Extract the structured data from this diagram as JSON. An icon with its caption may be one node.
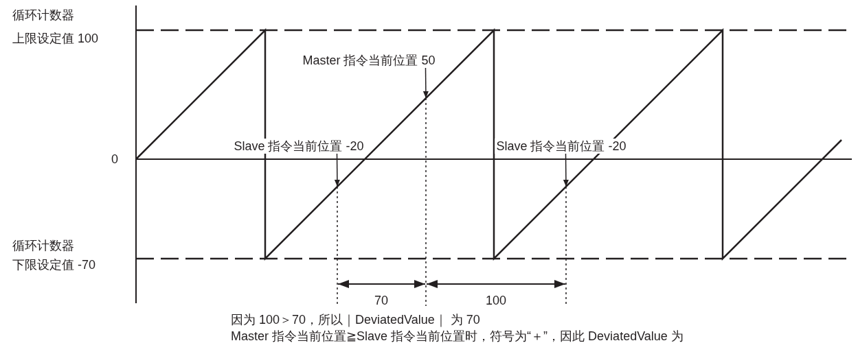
{
  "diagram": {
    "nodes": [
      {
        "text": [
          "Master 指令当前位置 50"
        ]
      },
      {
        "text": [
          "Slave 指令当前位置 -20"
        ]
      },
      {
        "text": [
          "Slave 指令当前位置 -20"
        ]
      }
    ],
    "edges": [
      {
        "from": 0,
        "to": null,
        "arrow": "to"
      },
      {
        "from": 1,
        "to": null,
        "arrow": "to"
      },
      {
        "from": 2,
        "to": null,
        "arrow": "to"
      }
    ],
    "labels": [
      "循环计数器",
      "上限设定值 100",
      "0",
      "循环计数器",
      "下限设定值 -70",
      "70",
      "100",
      "因为 100＞70，所以｜DeviatedValue｜ 为 70",
      "Master 指令当前位置≧Slave 指令当前位置时，符号为“＋”，因此 DeviatedValue 为"
    ]
  }
}
